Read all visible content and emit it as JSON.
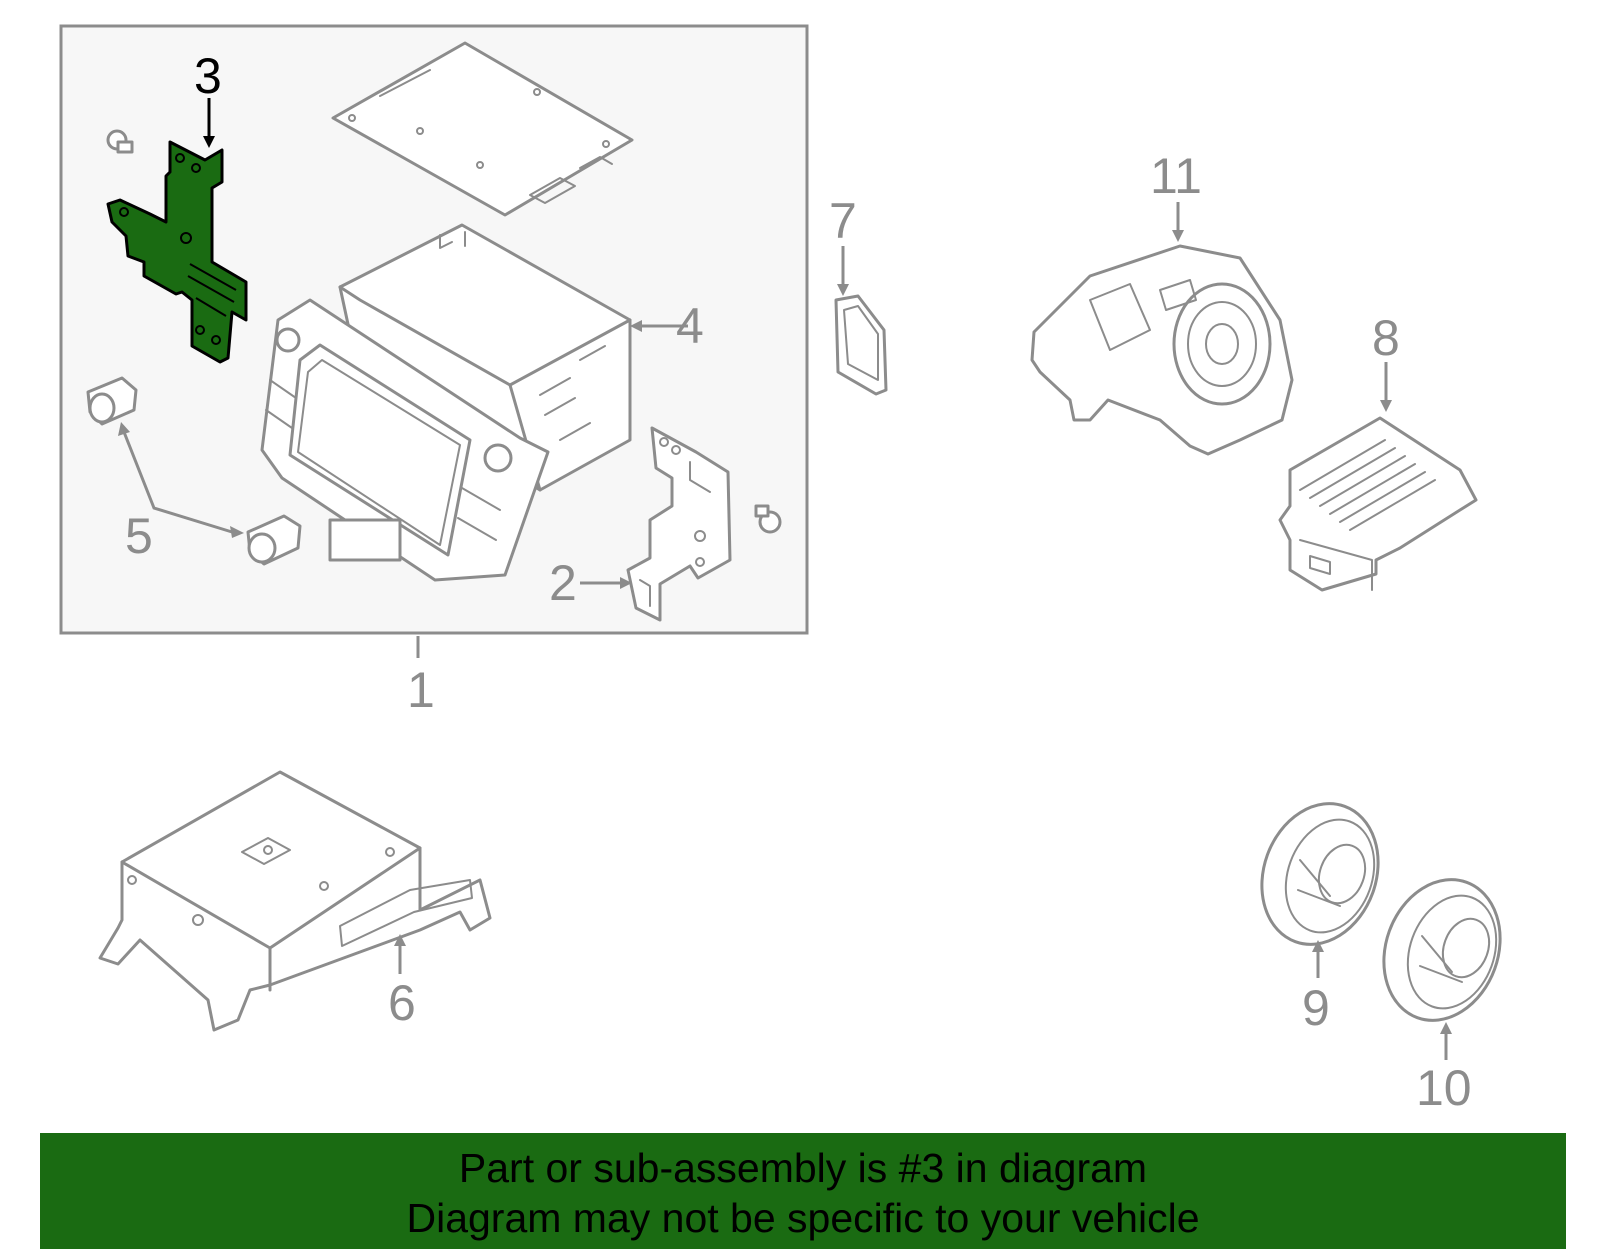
{
  "colors": {
    "highlight": "#1a6b12",
    "line": "#8c8c8c",
    "box_fill": "#f7f7f7",
    "banner": "#1a6b12"
  },
  "callouts": [
    "1",
    "2",
    "3",
    "4",
    "5",
    "6",
    "7",
    "8",
    "9",
    "10",
    "11"
  ],
  "highlighted_part": "3",
  "footer": {
    "line1": "Part or sub-assembly is #3 in diagram",
    "line2": "Diagram may not be specific to your vehicle"
  }
}
